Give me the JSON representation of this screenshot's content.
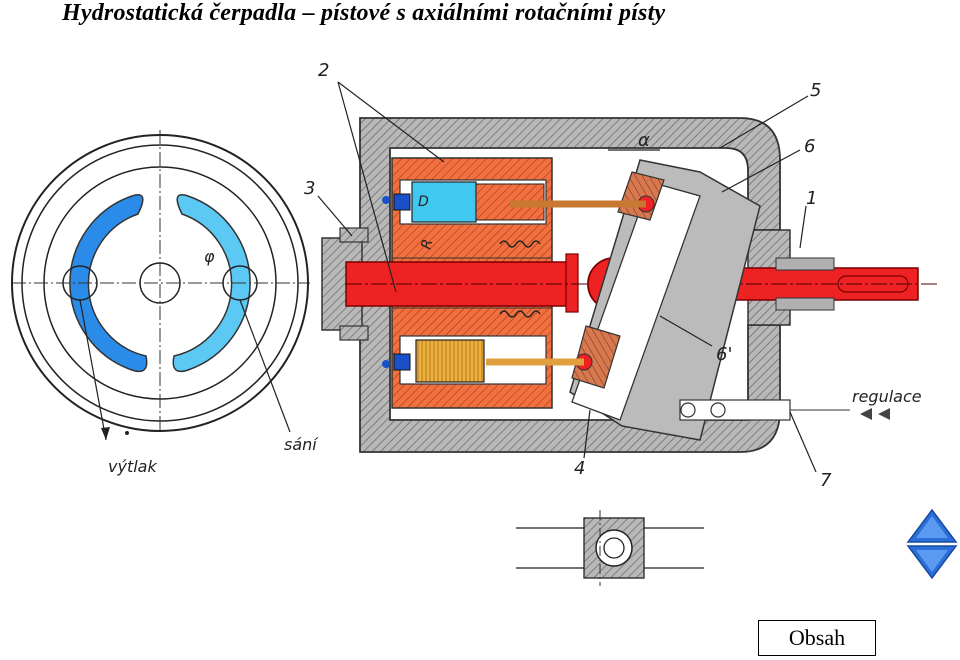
{
  "title": "Hydrostatická čerpadla – pístové s axiálními rotačními písty",
  "labels": {
    "n1": "1",
    "n2": "2",
    "n3": "3",
    "n4": "4",
    "n5": "5",
    "n6": "6",
    "n6p": "6'",
    "n7": "7",
    "alpha": "α",
    "D": "D",
    "R": "R",
    "phi": "φ",
    "vytlak": "výtlak",
    "sani": "sání",
    "regulace": "regulace"
  },
  "nav": {
    "obsah_label": "Obsah",
    "up_icon": "triangle-up-icon",
    "down_icon": "triangle-down-icon"
  },
  "colors": {
    "housing": "#9a9a9a",
    "block": "#f07040",
    "shaft": "#ee2222",
    "plate": "#d67850",
    "piston_blue": "#40c8f0",
    "piston_tan": "#f0b040",
    "port_dark": "#2a8ce8",
    "port_light": "#5cc8f4",
    "nav": "#2a6fd8"
  }
}
